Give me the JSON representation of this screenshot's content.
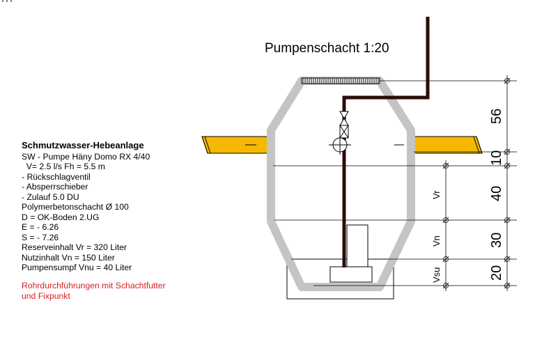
{
  "title": "Pumpenschacht 1:20",
  "spec": {
    "heading": "Schmutzwasser-Hebeanlage",
    "lines": [
      "SW - Pumpe Häny Domo RX 4/40",
      "  V= 2.5 l/s Fh = 5.5 m",
      "- Rückschlagventil",
      "- Absperrschieber",
      "- Zulauf 5.0 DU",
      "Polymerbetonschacht Ø 100",
      "D = OK-Boden 2.UG",
      "E = - 6.26",
      "S = - 7.26",
      "Reserveinhalt Vr = 320 Liter",
      "Nutzinhalt Vn = 150 Liter",
      "Pumpensumpf Vnu = 40 Liter"
    ]
  },
  "note": [
    "Rohrdurchführungen mit Schachtfutter",
    "und Fixpunkt"
  ],
  "zones": {
    "vr": "Vr",
    "vn": "Vn",
    "vsu": "Vsu"
  },
  "dimensions": {
    "d56": "56",
    "d10": "10",
    "d40": "40",
    "d30": "30",
    "d20": "20"
  },
  "colors": {
    "pipe": "#f5b800",
    "shaft": "#c4c4c4",
    "riser": "#2a0c08",
    "note": "#d42020"
  }
}
